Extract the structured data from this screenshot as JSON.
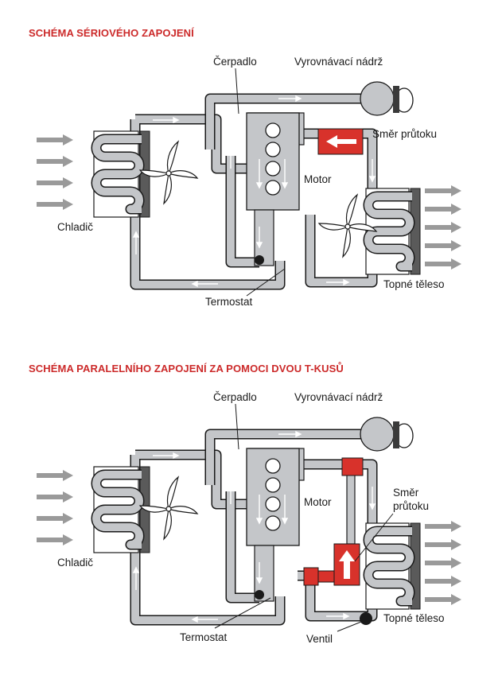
{
  "diagram1": {
    "title": "SCHÉMA SÉRIOVÉHO ZAPOJENÍ",
    "labels": {
      "pump": "Čerpadlo",
      "tank": "Vyrovnávací nádrž",
      "flow": "Směr průtoku",
      "engine": "Motor",
      "radiator": "Chladič",
      "heater": "Topné těleso",
      "thermostat": "Termostat"
    }
  },
  "diagram2": {
    "title": "SCHÉMA PARALELNÍHO ZAPOJENÍ ZA POMOCI DVOU T-KUSŮ",
    "labels": {
      "pump": "Čerpadlo",
      "tank": "Vyrovnávací nádrž",
      "flow_line1": "Směr",
      "flow_line2": "průtoku",
      "engine": "Motor",
      "radiator": "Chladič",
      "heater": "Topné těleso",
      "thermostat": "Termostat",
      "valve": "Ventil"
    }
  },
  "colors": {
    "accent_red": "#d8322b",
    "pipe_fill": "#c4c6c9",
    "outline": "#1a1a1a",
    "airflow_arrow": "#9a9a9a",
    "heading_red": "#cc2a2a"
  }
}
